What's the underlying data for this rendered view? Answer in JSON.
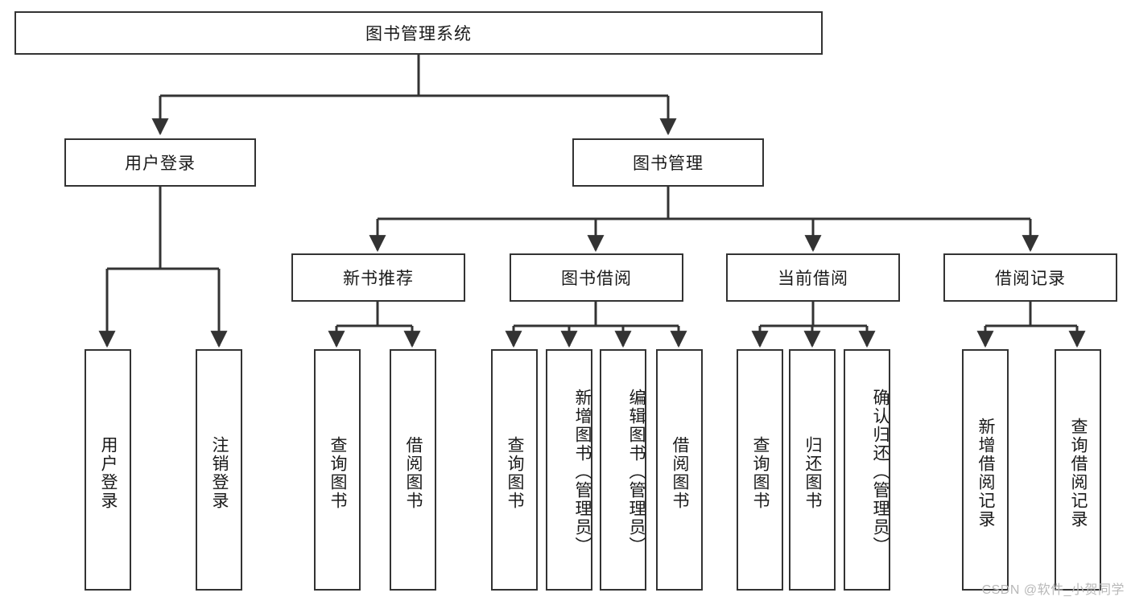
{
  "diagram": {
    "title": "图书管理系统",
    "type": "hierarchy-tree",
    "watermark": "CSDN @软件_小贺同学",
    "colors": {
      "stroke": "#333333",
      "fill": "#ffffff",
      "text": "#1a1a1a",
      "watermark": "#b8b8b8"
    },
    "nodes": {
      "root": {
        "label": "图书管理系统"
      },
      "level1": [
        {
          "id": "user-login",
          "label": "用户登录"
        },
        {
          "id": "book-manage",
          "label": "图书管理"
        }
      ],
      "level2": [
        {
          "id": "new-book-rec",
          "label": "新书推荐"
        },
        {
          "id": "book-borrow",
          "label": "图书借阅"
        },
        {
          "id": "current-borrow",
          "label": "当前借阅"
        },
        {
          "id": "borrow-record",
          "label": "借阅记录"
        }
      ],
      "leaves": [
        {
          "id": "leaf-user-login",
          "label": "用户登录",
          "parent": "user-login"
        },
        {
          "id": "leaf-logout",
          "label": "注销登录",
          "parent": "user-login"
        },
        {
          "id": "leaf-query-book-1",
          "label": "查询图书",
          "parent": "new-book-rec"
        },
        {
          "id": "leaf-borrow-book-1",
          "label": "借阅图书",
          "parent": "new-book-rec"
        },
        {
          "id": "leaf-query-book-2",
          "label": "查询图书",
          "parent": "book-borrow"
        },
        {
          "id": "leaf-add-book",
          "label": "新增图书（管理员）",
          "parent": "book-borrow"
        },
        {
          "id": "leaf-edit-book",
          "label": "编辑图书（管理员）",
          "parent": "book-borrow"
        },
        {
          "id": "leaf-borrow-book-2",
          "label": "借阅图书",
          "parent": "book-borrow"
        },
        {
          "id": "leaf-query-book-3",
          "label": "查询图书",
          "parent": "current-borrow"
        },
        {
          "id": "leaf-return-book",
          "label": "归还图书",
          "parent": "current-borrow"
        },
        {
          "id": "leaf-confirm-return",
          "label": "确认归还（管理员）",
          "parent": "current-borrow"
        },
        {
          "id": "leaf-add-record",
          "label": "新增借阅记录",
          "parent": "borrow-record"
        },
        {
          "id": "leaf-query-record",
          "label": "查询借阅记录",
          "parent": "borrow-record"
        }
      ]
    }
  }
}
